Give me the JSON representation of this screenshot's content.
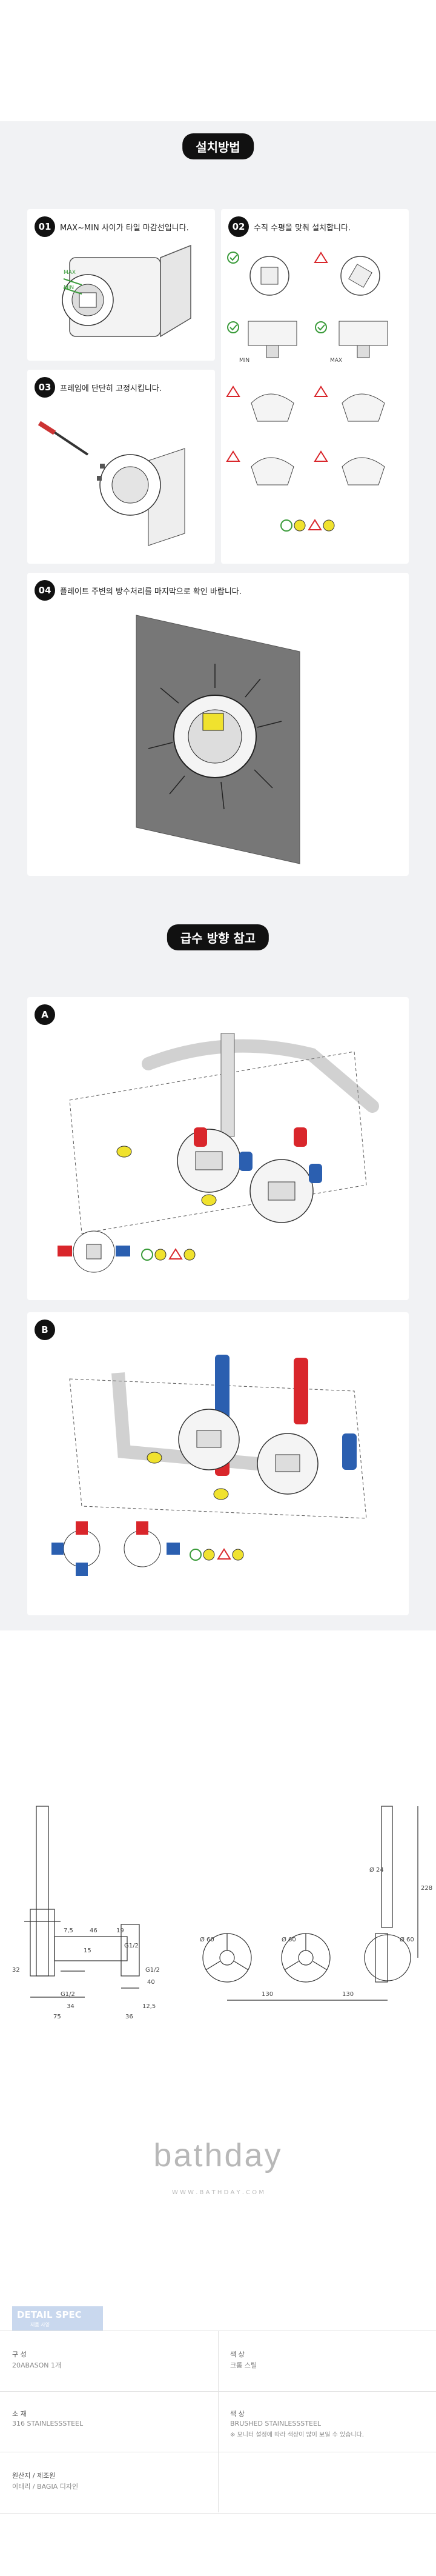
{
  "install": {
    "title": "설치방법",
    "steps": [
      {
        "num": "01",
        "text": "MAX~MIN 사이가 타일 마감선입니다.",
        "max": "MAX",
        "min": "MIN"
      },
      {
        "num": "02",
        "text": "수직 수평을 맞춰 설치합니다.",
        "min": "MIN",
        "max": "MAX"
      },
      {
        "num": "03",
        "text": "프레임에 단단히 고정시킵니다."
      },
      {
        "num": "04",
        "text": "플레이트 주변의 방수처리를 마지막으로 확인 바랍니다."
      }
    ]
  },
  "supply": {
    "title": "급수 방향 참고",
    "a_label": "A",
    "b_label": "B"
  },
  "dims": {
    "d_7_5": "7,5",
    "d_46": "46",
    "d_15": "15",
    "d_19": "19",
    "d_32": "32",
    "g12a": "G1/2",
    "g12b": "G1/2",
    "g12c": "G1/2",
    "d_40": "40",
    "d_34": "34",
    "d_12_5": "12,5",
    "d_75": "75",
    "d_36": "36",
    "d_60a": "Ø 60",
    "d_60b": "Ø 60",
    "d_60c": "Ø 60",
    "d_130a": "130",
    "d_130b": "130",
    "d_24": "Ø 24",
    "d_228": "228"
  },
  "brand": {
    "logo": "bathday",
    "url": "W W W . B A T H D A Y . C O M"
  },
  "spec": {
    "tab": "DETAIL SPEC",
    "tab_sub": "제품 사양",
    "rows": [
      {
        "l1": "구 성",
        "v1": "20ABASON 1개",
        "l2": "색 상",
        "v2": "크롬 스틸"
      },
      {
        "l1": "소 재",
        "v1": "316 STAINLESSSTEEL",
        "l2": "색 상",
        "v2": "BRUSHED STAINLESSSTEEL",
        "v2b": "※ 모니터 설정에 따라 색상이 많이 보일 수 있습니다."
      },
      {
        "l1": "원산지 / 제조원",
        "v1": "이태리 / BAGIA 디자인"
      }
    ]
  },
  "colors": {
    "hot": "#d9262b",
    "cold": "#2b5fb0",
    "yellow": "#f0e22e",
    "bg": "#f1f2f4"
  }
}
